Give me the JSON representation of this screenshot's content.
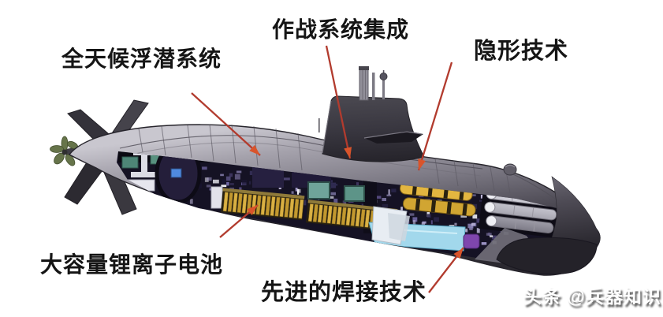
{
  "diagram": {
    "subject": "submarine-cutaway",
    "labels": {
      "snorkel": "全天候浮潜系统",
      "combat_system": "作战系统集成",
      "stealth": "隐形技术",
      "battery": "大容量锂离子电池",
      "welding": "先进的焊接技术"
    },
    "watermark": "头条 @兵器知识"
  },
  "colors": {
    "annotation-line": "#b23b2e",
    "annotation-arrow": "#d9542b",
    "battery-cell": "#d9b043",
    "battery-cell-alt": "#c2982f",
    "torpedo-yellow": "#e3b640",
    "interior-cyan": "#a2d8ec",
    "hull-light": "#c9c7cf",
    "hull-dark": "#2b2930",
    "sail-dark": "#34323a",
    "label-text": "#151515",
    "watermark-text": "#ffffff",
    "propeller-green": "#66744a"
  }
}
